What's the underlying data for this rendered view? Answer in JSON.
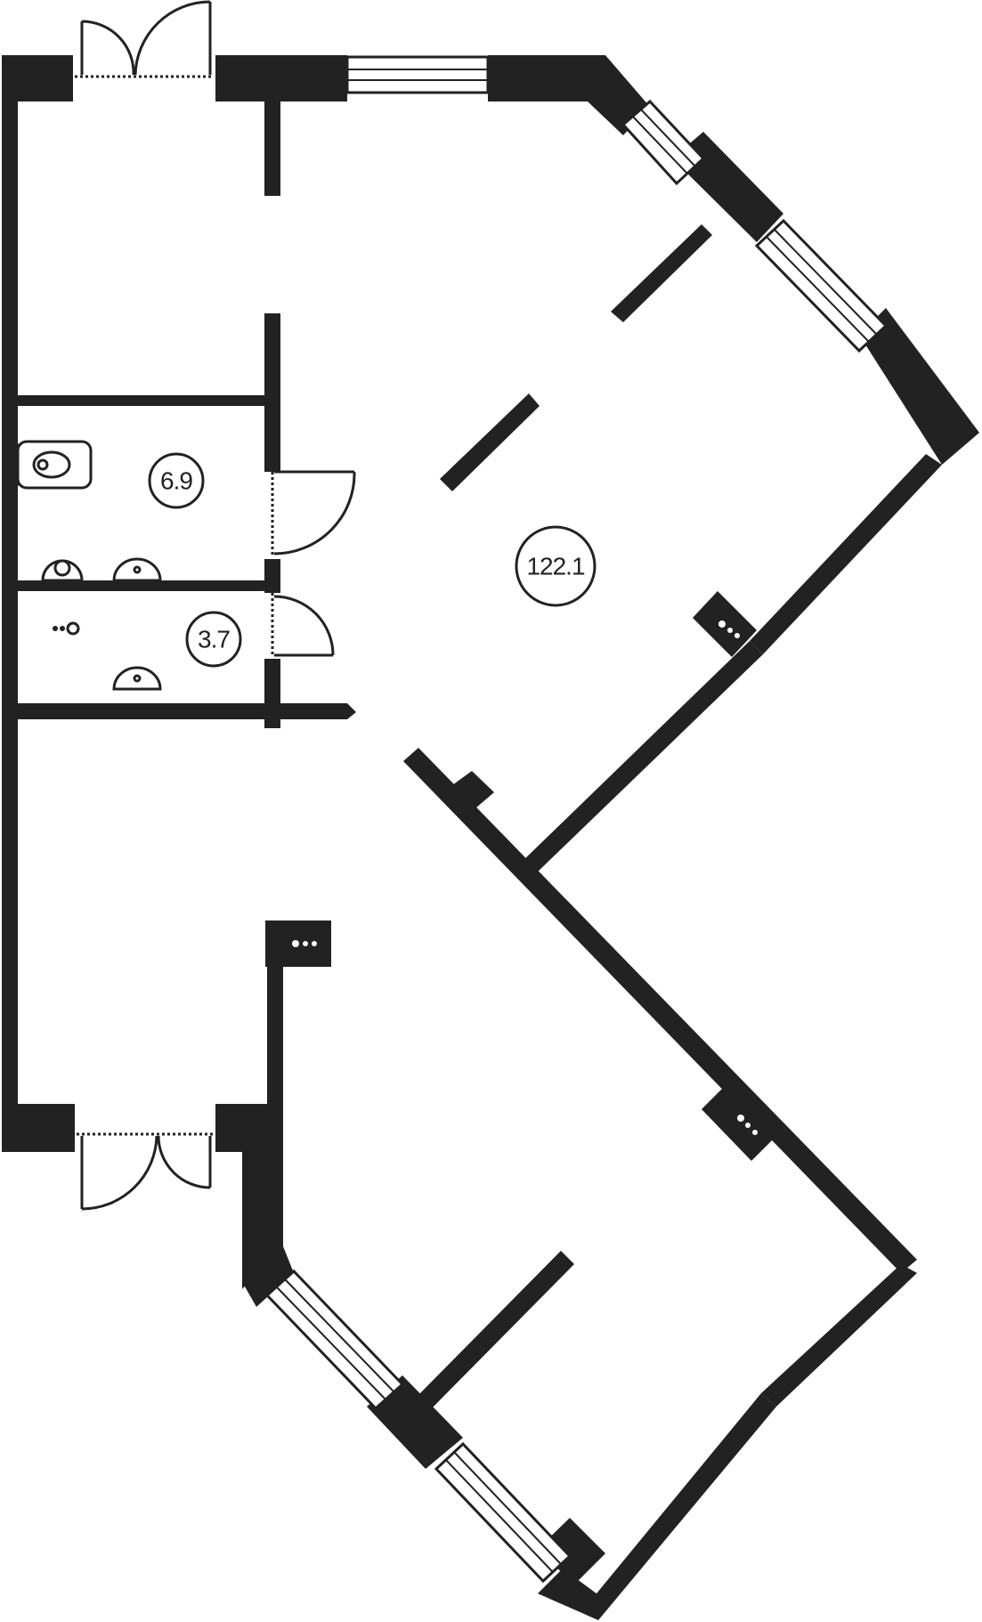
{
  "rooms": [
    {
      "id": "main-hall",
      "area": "122.1"
    },
    {
      "id": "bathroom-large",
      "area": "6.9"
    },
    {
      "id": "bathroom-small",
      "area": "3.7"
    }
  ],
  "colors": {
    "wall": "#222222",
    "background": "#ffffff"
  }
}
